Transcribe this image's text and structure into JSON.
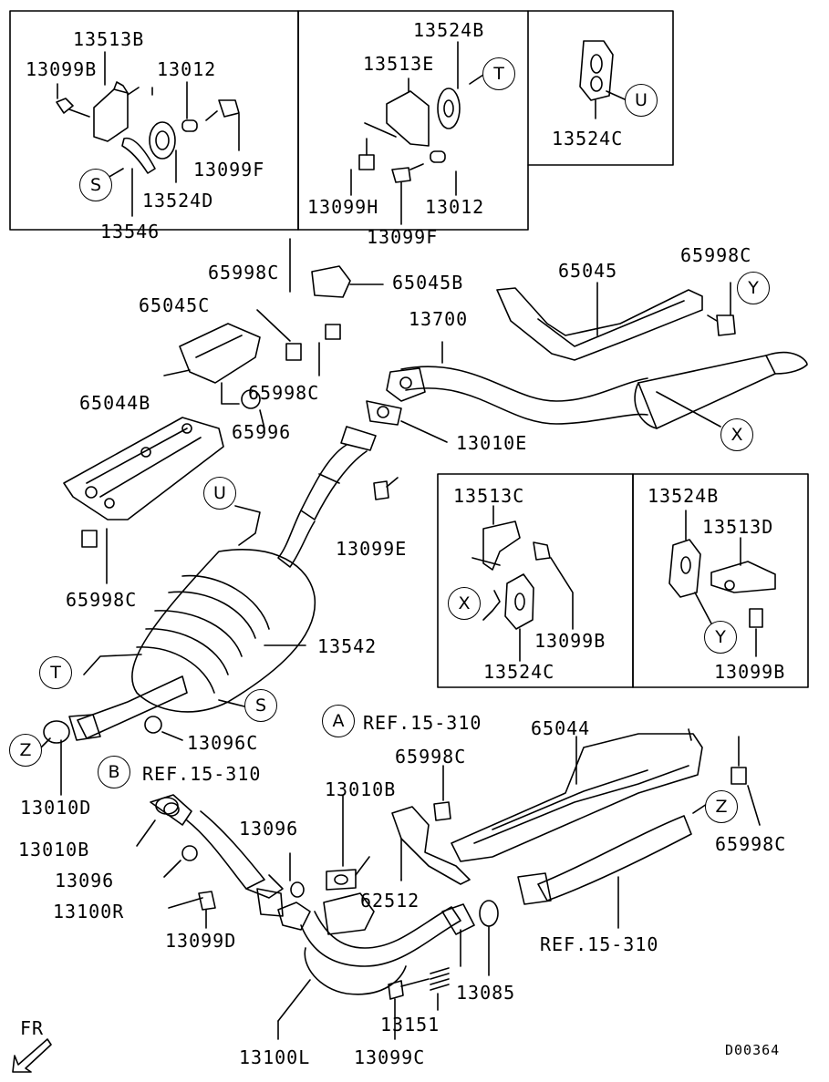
{
  "parts": {
    "p13513B": "13513B",
    "p13099B_a": "13099B",
    "p13012_a": "13012",
    "p13099F_a": "13099F",
    "p13524D": "13524D",
    "p13546": "13546",
    "p13524B_a": "13524B",
    "p13513E": "13513E",
    "p13099H": "13099H",
    "p13012_b": "13012",
    "p13099F_b": "13099F",
    "p13524C_a": "13524C",
    "p65998C_a": "65998C",
    "p65045B": "65045B",
    "p65045": "65045",
    "p65998C_b": "65998C",
    "p65045C": "65045C",
    "p13700": "13700",
    "p65998C_c": "65998C",
    "p65996": "65996",
    "p13010E": "13010E",
    "p65044B": "65044B",
    "p13099E": "13099E",
    "p65998C_d": "65998C",
    "p13542": "13542",
    "p13513C": "13513C",
    "p13099B_b": "13099B",
    "p13524C_b": "13524C",
    "p13524B_b": "13524B",
    "p13513D": "13513D",
    "p13099B_c": "13099B",
    "p13096C": "13096C",
    "p13010D": "13010D",
    "p13010B_a": "13010B",
    "p13096_a": "13096",
    "p13100R": "13100R",
    "p13099D": "13099D",
    "p13096_b": "13096",
    "p13010B_b": "13010B",
    "p62512": "62512",
    "p65998C_e": "65998C",
    "p65044": "65044",
    "p65998C_f": "65998C",
    "p13085": "13085",
    "p13151": "13151",
    "p13099C": "13099C",
    "p13100L": "13100L"
  },
  "refs": {
    "ref_a": "REF.15-310",
    "ref_b": "REF.15-310",
    "ref_main": "REF.15-310"
  },
  "callouts": {
    "S1": "S",
    "T1": "T",
    "U1": "U",
    "T2": "T",
    "U2": "U",
    "S2": "S",
    "X1": "X",
    "Y1": "Y",
    "X2": "X",
    "Y2": "Y",
    "Z1": "Z",
    "Z2": "Z",
    "A": "A",
    "B": "B"
  },
  "fr": "FR",
  "code": "D00364"
}
